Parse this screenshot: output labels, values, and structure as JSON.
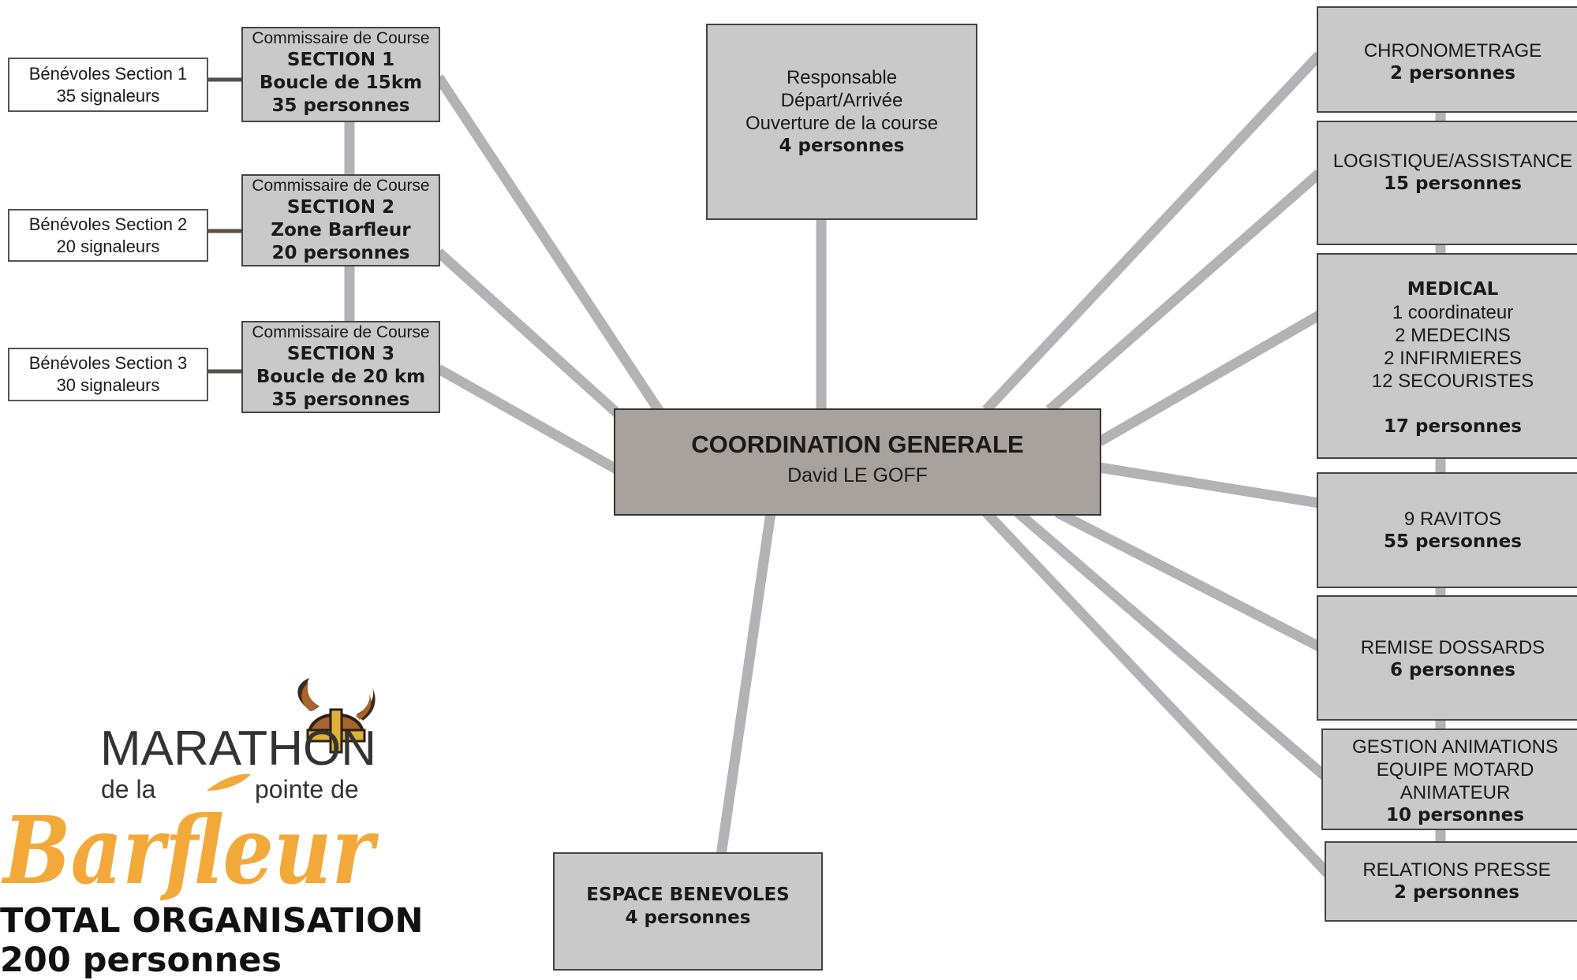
{
  "colors": {
    "box_fill": "#c9c9ca",
    "coord_fill": "#a7a29e",
    "connector": "#b3b3b5",
    "logo_orange": "#f3a93a",
    "helmet_brown": "#a8642a"
  },
  "sections": [
    {
      "role": "Commissaire de Course",
      "title": "SECTION 1",
      "detail": "Boucle de 15km",
      "count": "35 personnes",
      "volunteers": {
        "label": "Bénévoles Section 1",
        "count": "35 signaleurs"
      }
    },
    {
      "role": "Commissaire de Course",
      "title": "SECTION 2",
      "detail": "Zone Barfleur",
      "count": "20 personnes",
      "volunteers": {
        "label": "Bénévoles Section 2",
        "count": "20 signaleurs"
      }
    },
    {
      "role": "Commissaire de Course",
      "title": "SECTION 3",
      "detail": "Boucle de 20 km",
      "count": "35 personnes",
      "volunteers": {
        "label": "Bénévoles Section 3",
        "count": "30 signaleurs"
      }
    }
  ],
  "responsable": {
    "line1": "Responsable",
    "line2": "Départ/Arrivée",
    "line3": "Ouverture de la course",
    "count": "4 personnes"
  },
  "coordination": {
    "title": "COORDINATION GENERALE",
    "name": "David LE GOFF"
  },
  "espace": {
    "title": "ESPACE BENEVOLES",
    "count": "4 personnes"
  },
  "teams": {
    "chrono": {
      "title": "CHRONOMETRAGE",
      "count": "2 personnes"
    },
    "logistique": {
      "title": "LOGISTIQUE/ASSISTANCE",
      "count": "15 personnes"
    },
    "medical": {
      "title": "MEDICAL",
      "l1": "1 coordinateur",
      "l2": "2 MEDECINS",
      "l3": "2 INFIRMIERES",
      "l4": "12 SECOURISTES",
      "count": "17 personnes"
    },
    "ravitos": {
      "title": "9 RAVITOS",
      "count": "55 personnes"
    },
    "dossards": {
      "title": "REMISE DOSSARDS",
      "count": "6 personnes"
    },
    "animations": {
      "l1": "GESTION ANIMATIONS",
      "l2": "EQUIPE MOTARD",
      "l3": "ANIMATEUR",
      "count": "10 personnes"
    },
    "presse": {
      "title": "RELATIONS PRESSE",
      "count": "2 personnes"
    }
  },
  "logo": {
    "marathon": "MARATHON",
    "de_la": "de la",
    "pointe_de": "pointe de",
    "barfleur": "Barfleur"
  },
  "total": {
    "label": "TOTAL ORGANISATION",
    "count": "200 personnes"
  }
}
